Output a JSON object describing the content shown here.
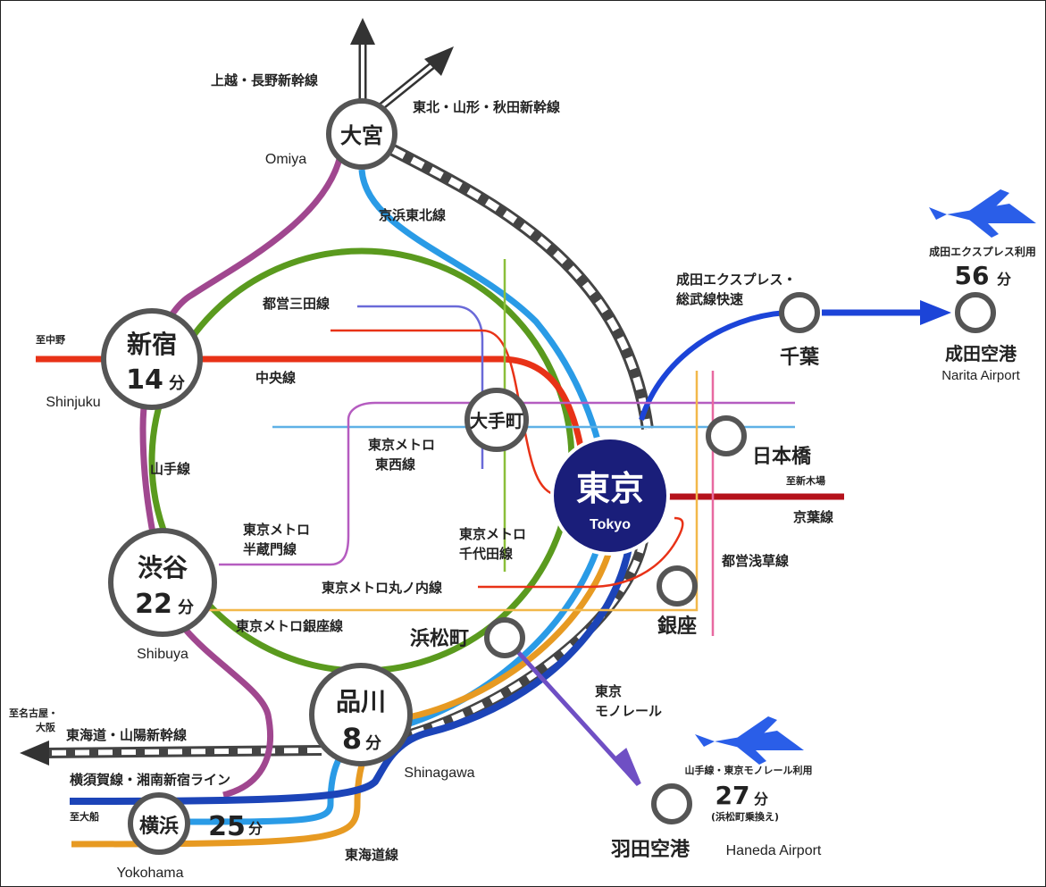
{
  "stations": {
    "omiya": {
      "ja": "大宮",
      "en": "Omiya"
    },
    "shinjuku": {
      "ja": "新宿",
      "time": "14",
      "unit": "分",
      "en": "Shinjuku"
    },
    "shibuya": {
      "ja": "渋谷",
      "time": "22",
      "unit": "分",
      "en": "Shibuya"
    },
    "shinagawa": {
      "ja": "品川",
      "time": "8",
      "unit": "分",
      "en": "Shinagawa"
    },
    "yokohama": {
      "ja": "横浜",
      "time": "25",
      "unit": "分",
      "en": "Yokohama"
    },
    "tokyo": {
      "ja": "東京",
      "en": "Tokyo"
    },
    "otemachi": {
      "ja": "大手町"
    },
    "nihonbashi": {
      "ja": "日本橋"
    },
    "ginza": {
      "ja": "銀座"
    },
    "hamamatsucho": {
      "ja": "浜松町"
    },
    "chiba": {
      "ja": "千葉"
    },
    "narita": {
      "ja": "成田空港",
      "en": "Narita Airport",
      "note": "成田エクスプレス利用",
      "time": "56",
      "unit": "分"
    },
    "haneda": {
      "ja": "羽田空港",
      "en": "Haneda Airport",
      "note": "山手線・東京モノレール利用",
      "time": "27",
      "unit": "分",
      "sub": "(浜松町乗換え)"
    }
  },
  "lines": {
    "joetsu_nagano": "上越・長野新幹線",
    "tohoku": "東北・山形・秋田新幹線",
    "keihin_tohoku": "京浜東北線",
    "narita_express": "成田エクスプレス・",
    "sobu_rapid": "総武線快速",
    "mita": "都営三田線",
    "chuo": "中央線",
    "to_nakano": "至中野",
    "yamanote": "山手線",
    "tozai_1": "東京メトロ",
    "tozai_2": "東西線",
    "hanzomon_1": "東京メトロ",
    "hanzomon_2": "半蔵門線",
    "chiyoda_1": "東京メトロ",
    "chiyoda_2": "千代田線",
    "marunouchi": "東京メトロ丸ノ内線",
    "ginza_line": "東京メトロ銀座線",
    "to_shinkiba": "至新木場",
    "keiyo": "京葉線",
    "asakusa": "都営浅草線",
    "monorail_1": "東京",
    "monorail_2": "モノレール",
    "to_nagoya_1": "至名古屋・",
    "to_nagoya_2": "大阪",
    "tokaido_sanyo": "東海道・山陽新幹線",
    "yokosuka_shonan": "横須賀線・湘南新宿ライン",
    "to_ofuna": "至大船",
    "tokaido": "東海道線"
  },
  "colors": {
    "yamanote": "#5a9a1e",
    "keihin": "#2a9be6",
    "chuo": "#e83217",
    "saikyo": "#a0478f",
    "tokaido": "#e79a22",
    "yokosuka": "#1c44b8",
    "shinkansen": "#444444",
    "tokyo_fill": "#1a1e7a",
    "plane": "#2a5ee8",
    "monorail": "#6f4fc4"
  }
}
